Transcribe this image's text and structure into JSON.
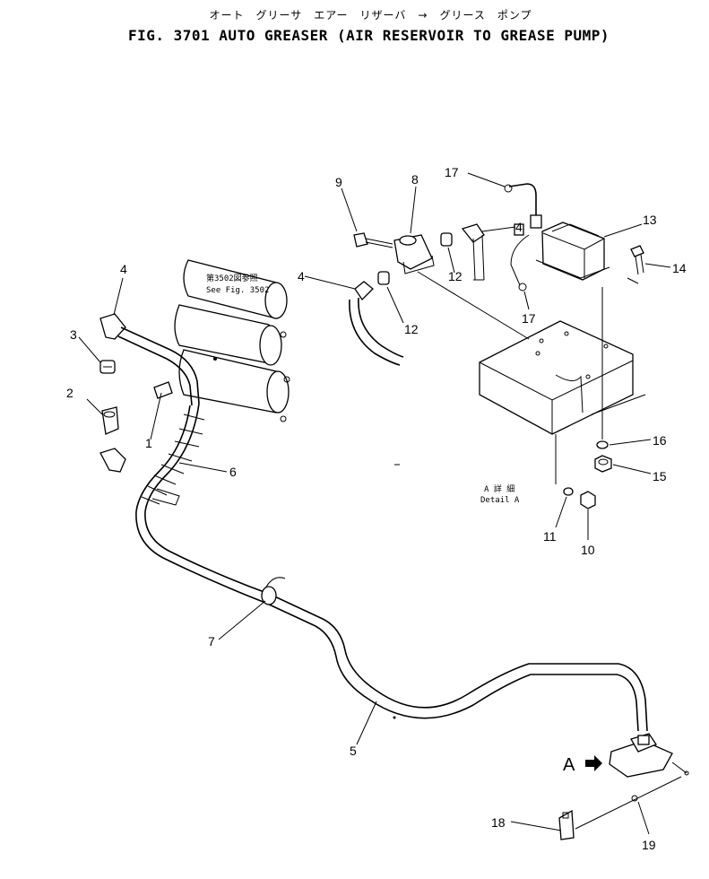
{
  "header": {
    "japanese_title": "オート　グリーサ　エアー　リザーバ　→　グリース　ポンプ",
    "title": "FIG. 3701  AUTO GREASER (AIR RESERVOIR TO GREASE PUMP)"
  },
  "reference_note": {
    "japanese": "第3502図参照",
    "english": "See Fig. 3502"
  },
  "detail_note": {
    "japanese": "A 詳 細",
    "english": "Detail A"
  },
  "view_marker": "A",
  "callouts": [
    "1",
    "2",
    "3",
    "4",
    "4",
    "4",
    "5",
    "6",
    "7",
    "8",
    "9",
    "10",
    "11",
    "12",
    "12",
    "13",
    "14",
    "15",
    "16",
    "17",
    "17",
    "18",
    "19"
  ]
}
